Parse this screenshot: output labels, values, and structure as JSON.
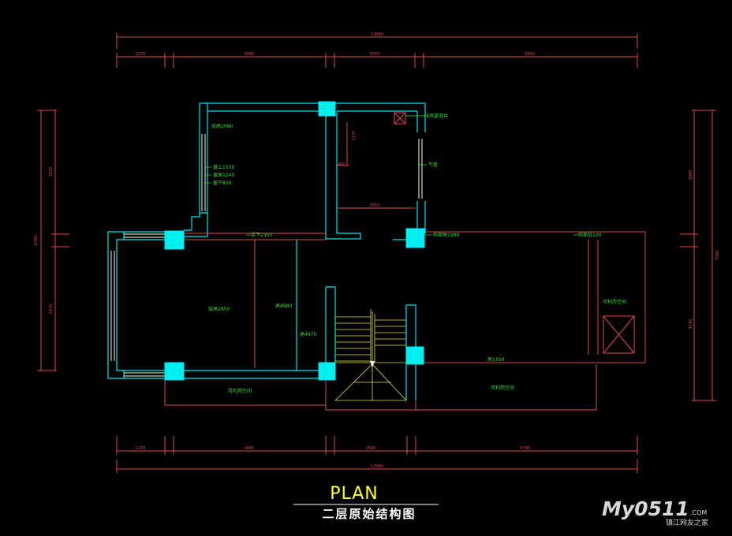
{
  "colors": {
    "background": "#000000",
    "wall": "#00e5f5",
    "column": "#00f0f0",
    "dimension": "#e04a4a",
    "annotation": "#3adc3a",
    "title": "#ffff33",
    "subtitle": "#ffffff",
    "stair": "#e0e040"
  },
  "dimensions": {
    "top_overall": "13580",
    "top_segments": [
      "1270",
      "3680",
      "2070",
      "6560"
    ],
    "bottom_segments": [
      "1270",
      "3680",
      "1840",
      "6790"
    ],
    "bottom_overall": "13580",
    "left_overall": "6780",
    "left_segments": [
      "3170",
      "3470"
    ],
    "right_overall": "7080",
    "right_segments": [
      "3890",
      "4190"
    ]
  },
  "annotations": {
    "room_height_upper": "层高2680",
    "window_top": "窗上1530",
    "window_height": "窗高1240",
    "window_bottom": "窗下800",
    "vent_shaft": "排风管道井",
    "gas_pipe": "气管",
    "interior_1270": "1270",
    "interior_400": "400",
    "interior_2070": "2070",
    "beam_under": "梁下2350",
    "room_height_lower": "层高2850",
    "height_a": "高4980",
    "height_b": "高4970",
    "slope_high": "斜面高1980",
    "slope_low": "斜面低100",
    "usable_space_right": "可利用空间",
    "height_1350": "高1350",
    "usable_space_bottom_left": "可利用空间",
    "usable_space_bottom_right": "可利用空间"
  },
  "title": "PLAN",
  "subtitle": "二层原始结构图",
  "watermark": {
    "main": "My0511",
    "com": ".COM",
    "sub": "镇江网友之家"
  }
}
